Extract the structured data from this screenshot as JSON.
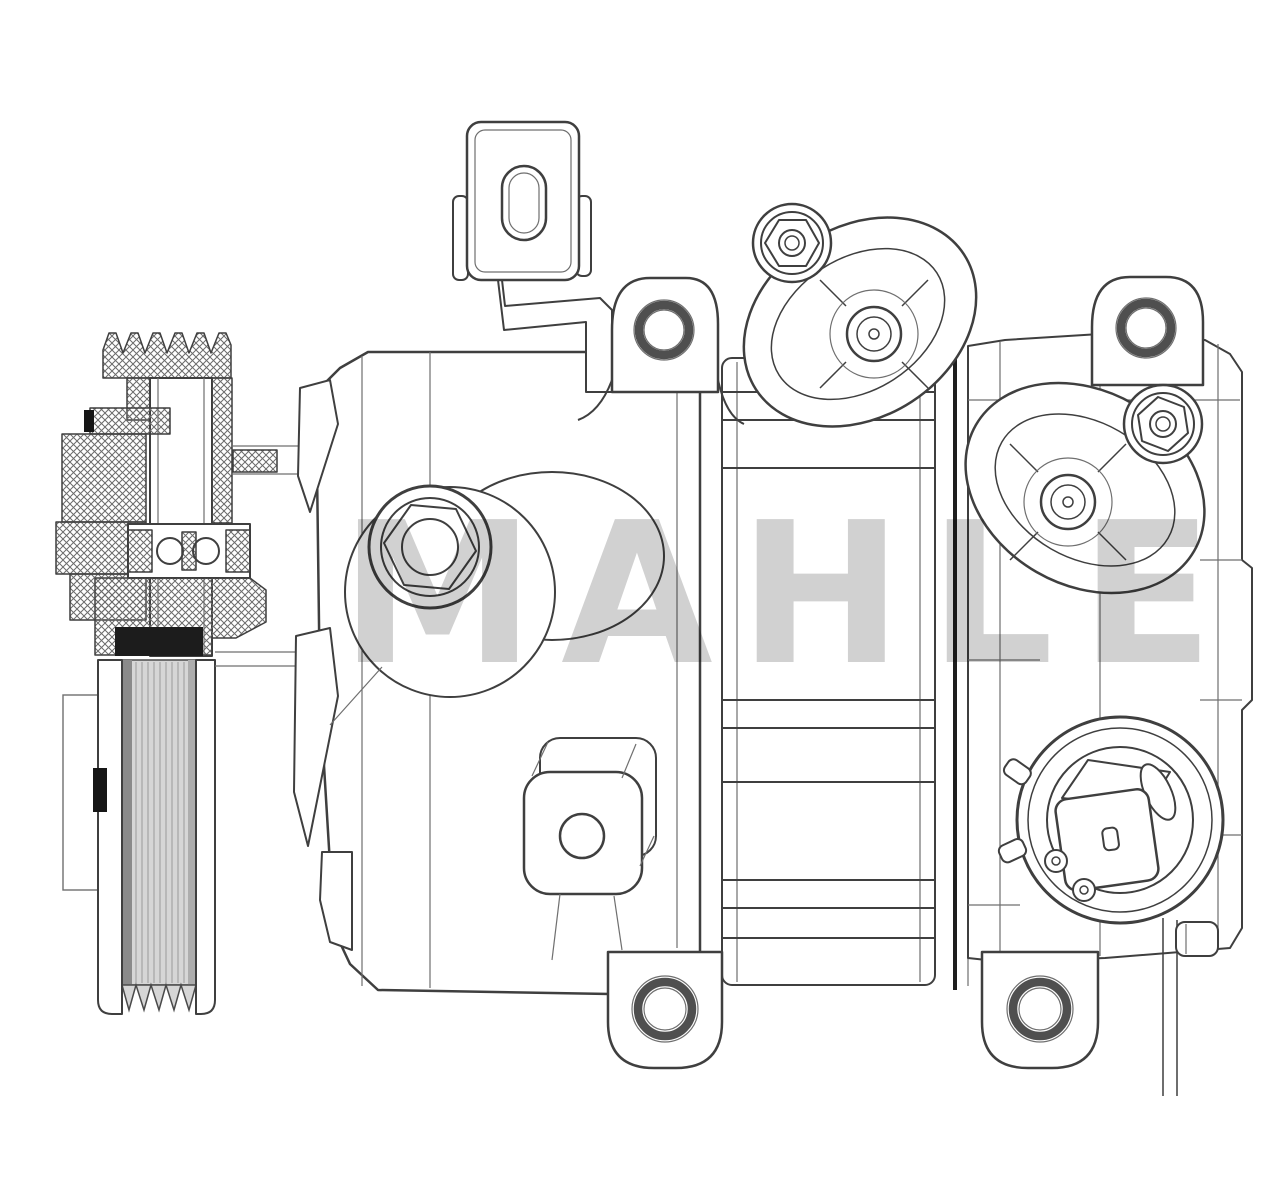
{
  "page": {
    "title": "A/C compressor technical line drawing"
  },
  "watermark": {
    "text": "MAHLE",
    "color": "#c9c9c9",
    "opacity": "0.85"
  },
  "colors": {
    "bg": "#ffffff",
    "line": "#3f3f3f",
    "line-thin": "#6f6f6f",
    "line-dark": "#1e1e1e",
    "ring": "#4f4f4f",
    "black": "#161616",
    "pulley-face": "#d6d6d6",
    "pulley-edge-dark": "#8a8a8a",
    "pulley-edge-mid": "#adadad",
    "rib": "#9a9a9a"
  },
  "parts": [
    {
      "id": "pulley-cross-section",
      "label": "poly-V pulley and clutch hub cross-section (hatched)"
    },
    {
      "id": "pulley-side-view",
      "label": "ribbed pulley side face with belt grooves"
    },
    {
      "id": "shaft-link",
      "label": "shaft link between pulley and housing"
    },
    {
      "id": "front-housing",
      "label": "front compressor housing"
    },
    {
      "id": "center-shaft-bolt",
      "label": "hex shaft bolt on front housing"
    },
    {
      "id": "square-boss",
      "label": "square boss with center bore"
    },
    {
      "id": "top-bracket",
      "label": "upper mounting bracket plate with slot"
    },
    {
      "id": "cylinder-bands",
      "label": "center cylinder body bands"
    },
    {
      "id": "rear-housing",
      "label": "rear compressor housing"
    },
    {
      "id": "mount-ear-top-center",
      "label": "mounting ear with bolt hole (top center)"
    },
    {
      "id": "mount-ear-top-right",
      "label": "mounting ear with bolt hole (top right)"
    },
    {
      "id": "mount-ear-bottom-center",
      "label": "mounting ear with bolt hole (bottom center)"
    },
    {
      "id": "mount-ear-bottom-right",
      "label": "mounting ear with bolt hole (bottom right)"
    },
    {
      "id": "discharge-port-fitting",
      "label": "refrigerant port flange with stud bolt (upper)"
    },
    {
      "id": "suction-port-fitting",
      "label": "refrigerant port flange with stud bolt (right)"
    },
    {
      "id": "electrical-connector",
      "label": "round electrical connector with plug"
    }
  ]
}
